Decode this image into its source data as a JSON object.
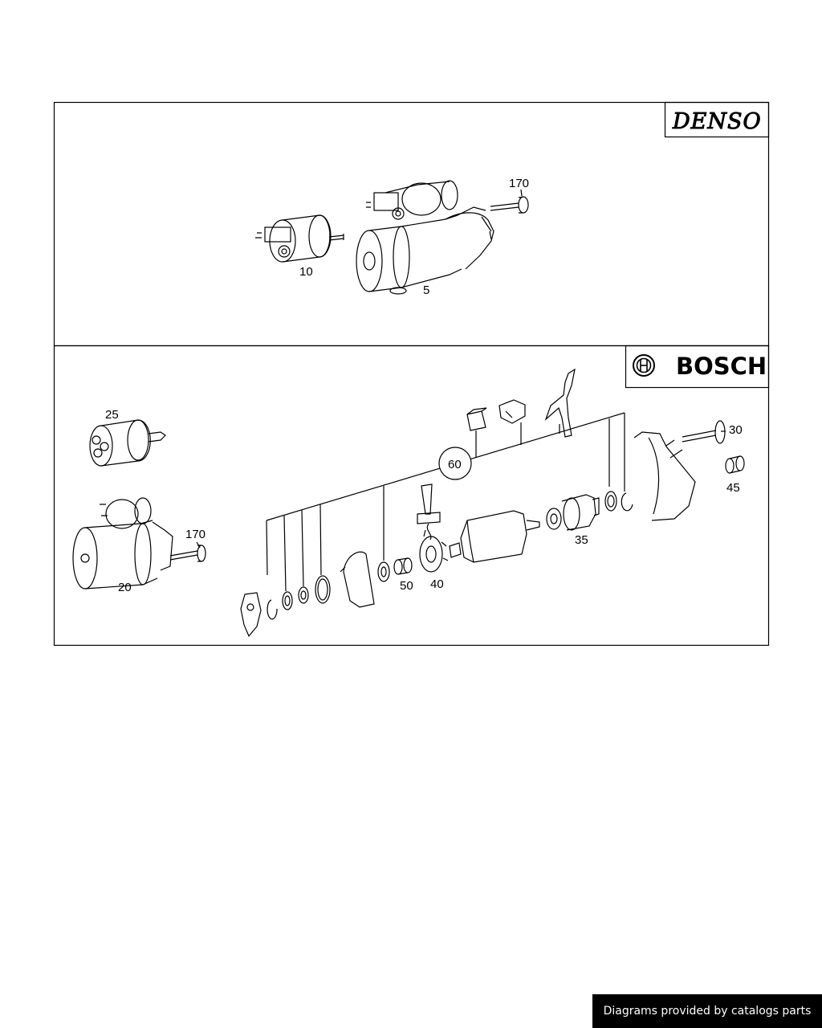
{
  "brands": {
    "denso": "DENSO",
    "bosch": "BOSCH"
  },
  "callouts": {
    "denso_bolt": "170",
    "denso_solenoid": "10",
    "denso_starter": "5",
    "bosch_solenoid": "25",
    "bosch_starter": "20",
    "bosch_bolt": "170",
    "repair_kit": "60",
    "through_bolt": "30",
    "bushing": "45",
    "drive_pinion": "35",
    "bearing": "50",
    "brush_holder": "40"
  },
  "footer": {
    "text": "Diagrams provided by catalogs parts"
  }
}
